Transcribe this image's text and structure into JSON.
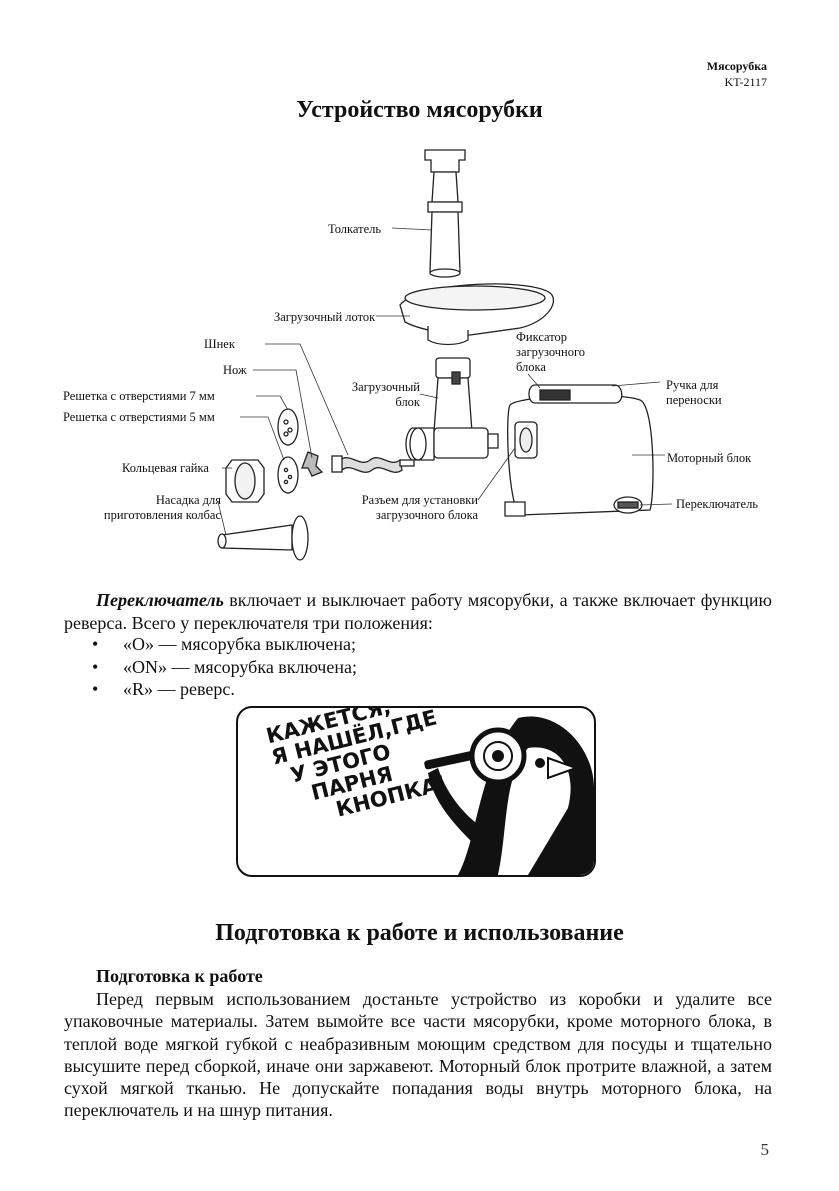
{
  "header": {
    "product": "Мясорубка",
    "model": "KT-2117"
  },
  "section1": {
    "title": "Устройство мясорубки"
  },
  "diagram": {
    "labels": {
      "pusher": "Толкатель",
      "tray": "Загрузочный лоток",
      "auger": "Шнек",
      "knife": "Нож",
      "grid7": "Решетка с отверстиями 7 мм",
      "grid5": "Решетка с отверстиями 5 мм",
      "ring_nut": "Кольцевая гайка",
      "sausage_1": "Насадка для",
      "sausage_2": "приготовления колбас",
      "load_block_1": "Загрузочный",
      "load_block_2": "блок",
      "lock_1": "Фиксатор",
      "lock_2": "загрузочного",
      "lock_3": "блока",
      "handle_1": "Ручка для",
      "handle_2": "переноски",
      "motor": "Моторный блок",
      "switch": "Переключатель",
      "socket_1": "Разъем для установки",
      "socket_2": "загрузочного блока"
    }
  },
  "switch_info": {
    "lead": "Переключатель",
    "text": " включает и выключает работу мясорубки, а также включает функцию реверса. Всего у переключателя три положения:",
    "options": [
      "«O» — мясорубка выключена;",
      "«ON» — мясорубка включена;",
      "«R» — реверс."
    ]
  },
  "comic": {
    "lines": [
      "КАЖЕТСЯ,",
      "Я НАШЁЛ,ГДЕ",
      "У ЭТОГО",
      "ПАРНЯ",
      "КНОПКА!"
    ]
  },
  "section2": {
    "title": "Подготовка к работе и использование",
    "subtitle": "Подготовка к работе",
    "text": "Перед первым использованием достаньте устройство из коробки и удалите все упаковочные материалы. Затем вымойте все части мясорубки, кроме моторного блока, в теплой воде мягкой губкой с неабразивным моющим средством для посуды и тщательно высушите перед сборкой, иначе они заржавеют. Моторный блок протрите влажной, а затем сухой мягкой тканью. Не допускайте попадания воды внутрь моторного блока, на переключатель и на шнур питания."
  },
  "page_number": "5"
}
